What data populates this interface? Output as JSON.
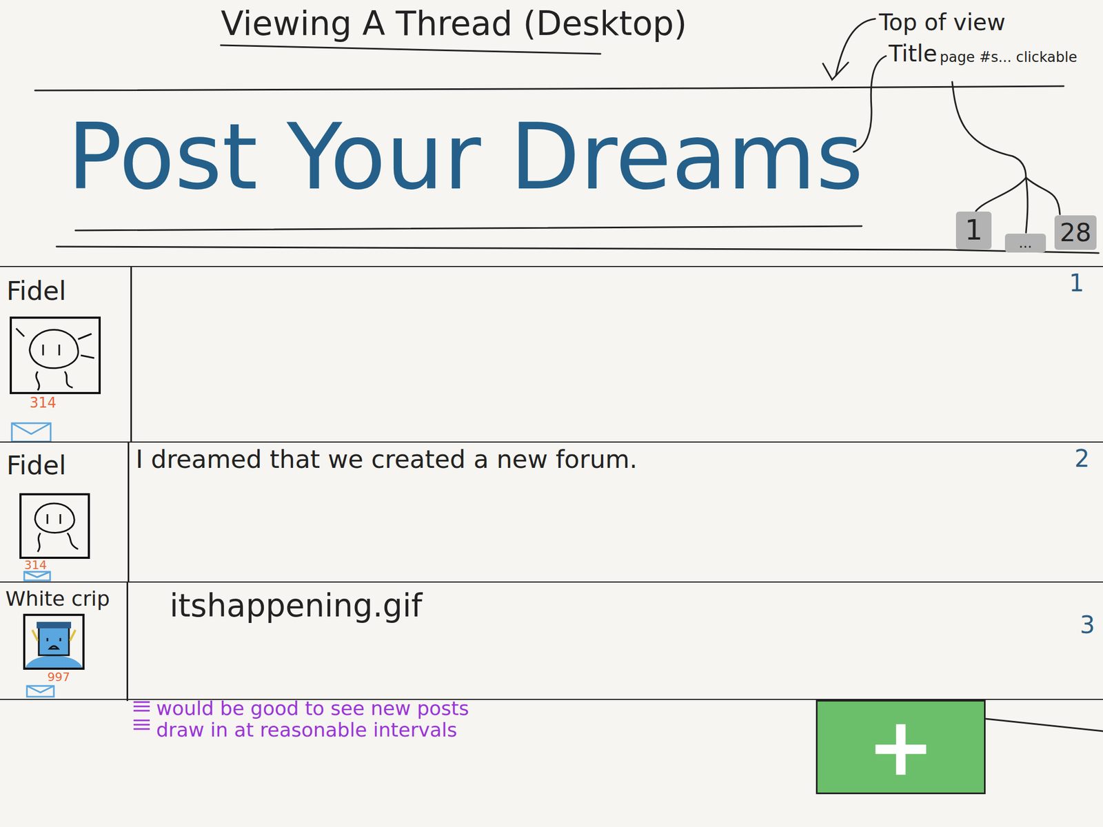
{
  "diagram": {
    "title": "Viewing A Thread (Desktop)",
    "nodes": [
      {
        "text": [
          "1"
        ]
      },
      {
        "text": [
          "..."
        ]
      },
      {
        "text": [
          "28"
        ]
      },
      {
        "text": [
          "1"
        ]
      },
      {
        "text": [
          "Fidel",
          "314"
        ],
        "in": 3
      },
      {
        "text": [
          "I dreamed that we created a new forum.",
          "2"
        ]
      },
      {
        "text": [
          "Fidel",
          "314"
        ],
        "in": 5
      },
      {
        "text": [
          "itshappening.gif",
          "3"
        ]
      },
      {
        "text": [
          "White crip",
          "997"
        ],
        "in": 7
      },
      {
        "text": [
          "+"
        ]
      }
    ],
    "labels": [
      "Top of view",
      "Title",
      "page #s... clickable",
      "Post Your Dreams",
      "would be good to see new posts draw in at reasonable intervals"
    ]
  }
}
